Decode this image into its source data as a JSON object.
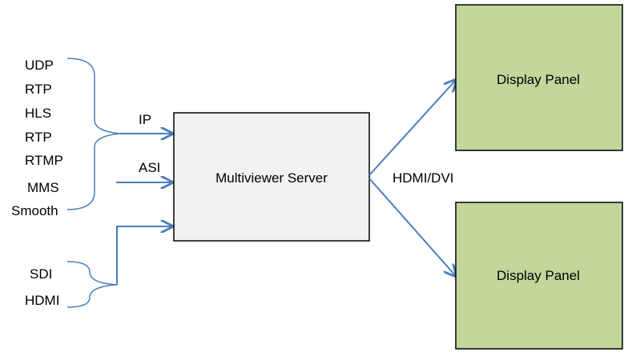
{
  "ip_protocols": [
    "UDP",
    "RTP",
    "HLS",
    "RTP",
    "RTMP",
    "MMS",
    "Smooth"
  ],
  "baseband_inputs": [
    "SDI",
    "HDMI"
  ],
  "input_labels": {
    "ip": "IP",
    "asi": "ASI"
  },
  "server": {
    "label": "Multiviewer Server"
  },
  "output_label": "HDMI/DVI",
  "displays": [
    {
      "label": "Display Panel"
    },
    {
      "label": "Display Panel"
    }
  ],
  "colors": {
    "connector": "#4a7ebb",
    "server_fill": "#f2f2f2",
    "panel_fill": "#c3d69b",
    "border": "#000000"
  }
}
